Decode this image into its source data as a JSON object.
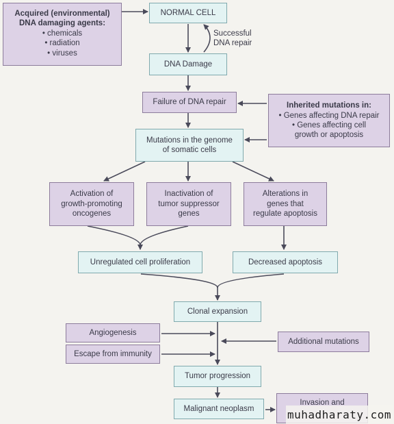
{
  "acquired": {
    "title_line1": "Acquired (environmental)",
    "title_line2": "DNA damaging agents:",
    "items": [
      "chemicals",
      "radiation",
      "viruses"
    ]
  },
  "normal_cell": "NORMAL CELL",
  "repair_note": {
    "line1": "Successful",
    "line2": "DNA repair"
  },
  "dna_damage": "DNA Damage",
  "failure_repair": "Failure of DNA repair",
  "inherited": {
    "title": "Inherited mutations in:",
    "item1": "Genes affecting DNA repair",
    "item2_line1": "Genes affecting cell",
    "item2_line2": "growth or apoptosis"
  },
  "mutations": {
    "line1": "Mutations in the genome",
    "line2": "of somatic cells"
  },
  "activation": {
    "line1": "Activation of",
    "line2": "growth-promoting",
    "line3": "oncogenes"
  },
  "inactivation": {
    "line1": "Inactivation of",
    "line2": "tumor suppressor",
    "line3": "genes"
  },
  "alterations": {
    "line1": "Alterations in",
    "line2": "genes that",
    "line3": "regulate apoptosis"
  },
  "unregulated": "Unregulated cell proliferation",
  "decreased_apoptosis": "Decreased apoptosis",
  "clonal_expansion": "Clonal expansion",
  "angiogenesis": "Angiogenesis",
  "escape_immunity": "Escape from immunity",
  "additional_mutations": "Additional mutations",
  "tumor_progression": "Tumor progression",
  "malignant_neoplasm": "Malignant neoplasm",
  "invasion": "Invasion and",
  "watermark": "muhadharaty.com",
  "colors": {
    "cyan_box": "#e3f3f3",
    "lavender_box": "#ddd2e6",
    "arrow": "#4a4a5a"
  }
}
